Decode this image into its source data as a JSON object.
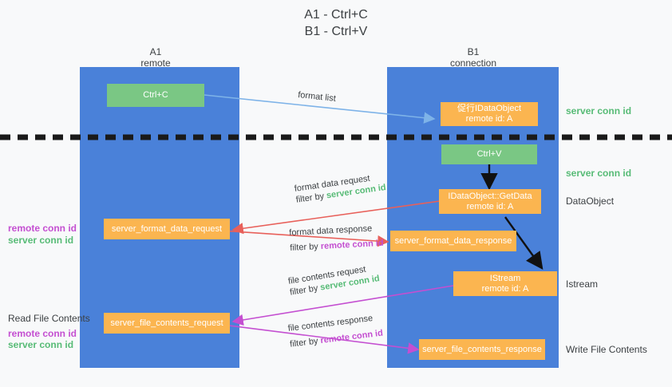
{
  "title": {
    "line1": "A1 - Ctrl+C",
    "line2": "B1 - Ctrl+V"
  },
  "colors": {
    "column_blue": "#4a81d9",
    "node_green": "#7ac784",
    "node_orange": "#fbb550",
    "server_conn_green": "#57bb76",
    "remote_conn_magenta": "#c44fd1",
    "format_list_arrow": "#7eb3e8",
    "format_data_arrow": "#e8605a",
    "file_contents_arrow": "#c44fd1",
    "internal_arrow": "#000000",
    "divider": "#1a1a1a",
    "background": "#f8f9fa",
    "text": "#3c4043"
  },
  "columns": [
    {
      "name": "a1",
      "title": "A1",
      "subtitle": "remote"
    },
    {
      "name": "b1",
      "title": "B1",
      "subtitle": "connection"
    }
  ],
  "nodes": {
    "ctrl_c": {
      "line1": "Ctrl+C",
      "line2": ""
    },
    "idataobject": {
      "line1": "促行IDataObject",
      "line2": "remote id: A"
    },
    "ctrl_v": {
      "line1": "Ctrl+V",
      "line2": ""
    },
    "getdata": {
      "line1": "IDataObject::GetData",
      "line2": "remote id: A"
    },
    "format_data_request": {
      "line1": "server_format_data_request",
      "line2": ""
    },
    "format_data_response": {
      "line1": "server_format_data_response",
      "line2": ""
    },
    "istream": {
      "line1": "IStream",
      "line2": "remote id: A"
    },
    "file_contents_request": {
      "line1": "server_file_contents_request",
      "line2": ""
    },
    "file_contents_response": {
      "line1": "server_file_contents_response",
      "line2": ""
    }
  },
  "right_labels": {
    "server_conn_id_top": "server conn id",
    "server_conn_id_mid": "server conn id",
    "dataobject": "DataObject",
    "istream": "Istream",
    "write_file_contents": "Write File Contents"
  },
  "left_labels": {
    "format_remote_conn_id": "remote conn id",
    "format_server_conn_id": "server conn id",
    "read_file_contents": "Read File Contents",
    "file_remote_conn_id": "remote conn id",
    "file_server_conn_id": "server conn id"
  },
  "edges": {
    "format_list": "format list",
    "format_data_request_l1": "format data request",
    "format_data_request_l2_prefix": "filter by ",
    "format_data_request_l2_value": "server conn id",
    "format_data_response_l1": "format data response",
    "format_data_response_l2_prefix": "filter by ",
    "format_data_response_l2_value": "remote conn id",
    "file_contents_request_l1": "file contents request",
    "file_contents_request_l2_prefix": "filter by ",
    "file_contents_request_l2_value": "server conn id",
    "file_contents_response_l1": "file contents response",
    "file_contents_response_l2_prefix": "filter by ",
    "file_contents_response_l2_value": "remote conn id"
  }
}
